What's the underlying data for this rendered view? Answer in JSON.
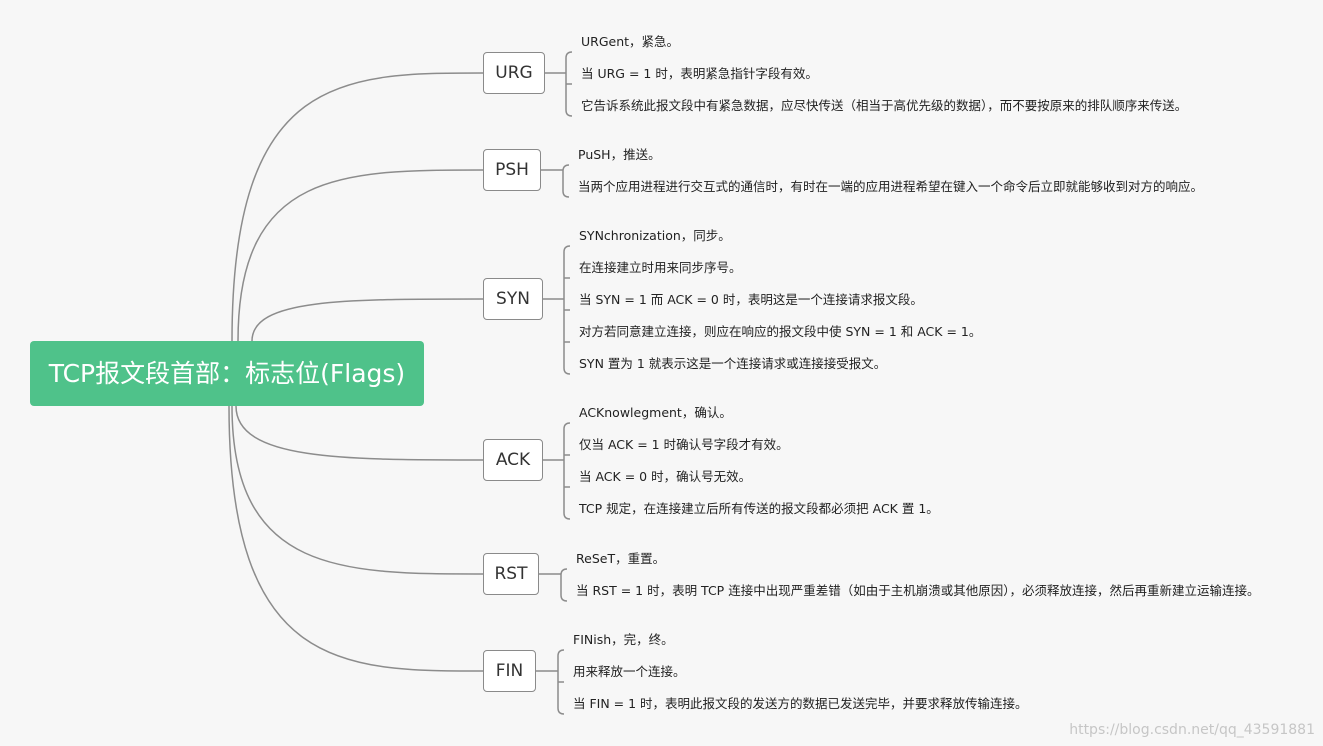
{
  "root": {
    "label": "TCP报文段首部：标志位(Flags)"
  },
  "branches": [
    {
      "label": "URG",
      "items": [
        "URGent，紧急。",
        "当 URG = 1 时，表明紧急指针字段有效。",
        "它告诉系统此报文段中有紧急数据，应尽快传送（相当于高优先级的数据），而不要按原来的排队顺序来传送。"
      ]
    },
    {
      "label": "PSH",
      "items": [
        "PuSH，推送。",
        "当两个应用进程进行交互式的通信时，有时在一端的应用进程希望在键入一个命令后立即就能够收到对方的响应。"
      ]
    },
    {
      "label": "SYN",
      "items": [
        "SYNchronization，同步。",
        "在连接建立时用来同步序号。",
        "当 SYN = 1 而 ACK = 0 时，表明这是一个连接请求报文段。",
        "对方若同意建立连接，则应在响应的报文段中使 SYN = 1 和 ACK = 1。",
        "SYN 置为 1 就表示这是一个连接请求或连接接受报文。"
      ]
    },
    {
      "label": "ACK",
      "items": [
        "ACKnowlegment，确认。",
        "仅当 ACK = 1 时确认号字段才有效。",
        "当 ACK = 0 时，确认号无效。",
        "TCP 规定，在连接建立后所有传送的报文段都必须把 ACK 置 1。"
      ]
    },
    {
      "label": "RST",
      "items": [
        "ReSeT，重置。",
        "当 RST = 1 时，表明 TCP 连接中出现严重差错（如由于主机崩溃或其他原因），必须释放连接，然后再重新建立运输连接。"
      ]
    },
    {
      "label": "FIN",
      "items": [
        "FINish，完，终。",
        "用来释放一个连接。",
        "当 FIN = 1 时，表明此报文段的发送方的数据已发送完毕，并要求释放传输连接。"
      ]
    }
  ],
  "watermark": "https://blog.csdn.net/qq_43591881",
  "colors": {
    "root": "#4fc28a",
    "line": "#8c8c8c",
    "background": "#f7f7f7"
  }
}
